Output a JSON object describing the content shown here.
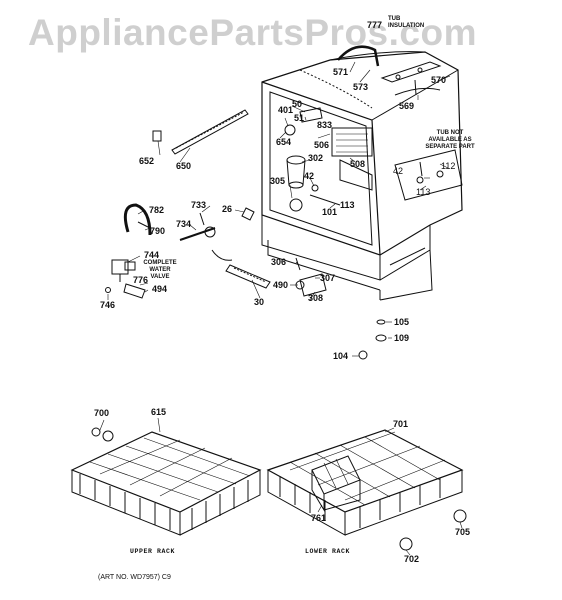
{
  "watermark": "AppliancePartsPros.com",
  "tub_insulation": {
    "number": "777",
    "label_top": "TUB",
    "label_bottom": "INSULATION"
  },
  "tub_note": {
    "line1": "TUB NOT",
    "line2": "AVAILABLE AS",
    "line3": "SEPARATE PART"
  },
  "valve_note": {
    "line1": "COMPLETE",
    "line2": "WATER",
    "line3": "VALVE"
  },
  "parts": {
    "p571": "571",
    "p573": "573",
    "p570": "570",
    "p569": "569",
    "p50": "50",
    "p401": "401",
    "p51": "51",
    "p833": "833",
    "p654": "654",
    "p506": "506",
    "p302": "302",
    "p508": "508",
    "p42a": "42",
    "p305": "305",
    "p113a": "113",
    "p101": "101",
    "p26": "26",
    "p652": "652",
    "p650": "650",
    "p733": "733",
    "p782": "782",
    "p734": "734",
    "p790": "790",
    "p744": "744",
    "p776": "776",
    "p494": "494",
    "p746": "746",
    "p30": "30",
    "p306": "306",
    "p307": "307",
    "p490": "490",
    "p308": "308",
    "p42b": "42",
    "p113b": "113",
    "p112": "112",
    "p105": "105",
    "p109": "109",
    "p104": "104",
    "p700": "700",
    "p615": "615",
    "p701": "701",
    "p761": "761",
    "p705": "705",
    "p702": "702"
  },
  "captions": {
    "upper_rack": "UPPER RACK",
    "lower_rack": "LOWER RACK"
  },
  "art_number": "(ART NO. WD7957)  C9"
}
